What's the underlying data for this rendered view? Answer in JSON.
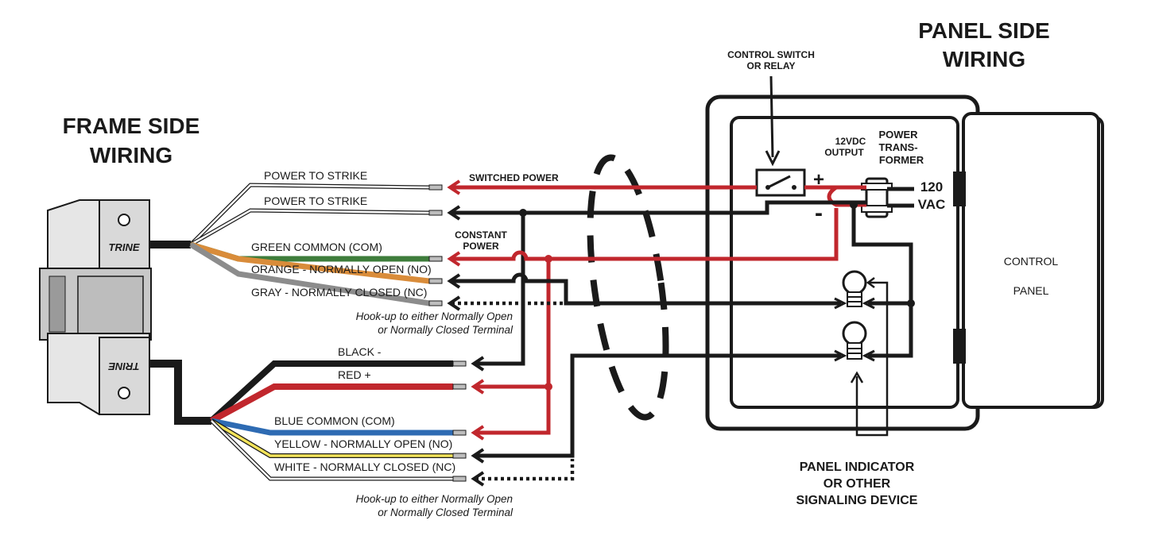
{
  "headings": {
    "frame_side": [
      "FRAME SIDE",
      "WIRING"
    ],
    "panel_side": [
      "PANEL SIDE",
      "WIRING"
    ],
    "control_switch": [
      "CONTROL SWITCH",
      "OR RELAY"
    ],
    "output": [
      "12VDC",
      "OUTPUT"
    ],
    "transformer": [
      "POWER",
      "TRANS-",
      "FORMER"
    ],
    "vac": [
      "120",
      "VAC"
    ],
    "control_panel": [
      "CONTROL",
      "PANEL"
    ],
    "panel_indicator": [
      "PANEL INDICATOR",
      "OR OTHER",
      "SIGNALING DEVICE"
    ],
    "switched_power": "SWITCHED POWER",
    "constant_power": [
      "CONSTANT",
      "POWER"
    ],
    "plus": "+",
    "minus": "-"
  },
  "strike": {
    "brand": "TRINE"
  },
  "upper_wires": [
    {
      "label": "POWER TO STRIKE",
      "color": "#ffffff"
    },
    {
      "label": "POWER TO STRIKE",
      "color": "#ffffff"
    },
    {
      "label": "GREEN COMMON (COM)",
      "color": "#3e7d3b"
    },
    {
      "label": "ORANGE - NORMALLY OPEN (NO)",
      "color": "#d98c3a"
    },
    {
      "label": "GRAY - NORMALLY CLOSED (NC)",
      "color": "#8c8c8c"
    }
  ],
  "lower_wires": [
    {
      "label": "BLACK -",
      "color": "#1a1a1a"
    },
    {
      "label": "RED +",
      "color": "#c1272d"
    },
    {
      "label": "BLUE COMMON (COM)",
      "color": "#2e6bb3"
    },
    {
      "label": "YELLOW - NORMALLY OPEN (NO)",
      "color": "#f2e35a"
    },
    {
      "label": "WHITE - NORMALLY CLOSED (NC)",
      "color": "#ffffff"
    }
  ],
  "notes": {
    "upper": [
      "Hook-up to either Normally Open",
      "or Normally Closed Terminal"
    ],
    "lower": [
      "Hook-up to either Normally Open",
      "or Normally Closed Terminal"
    ]
  },
  "colors": {
    "power_red": "#c1272d",
    "wire_black": "#1a1a1a"
  }
}
